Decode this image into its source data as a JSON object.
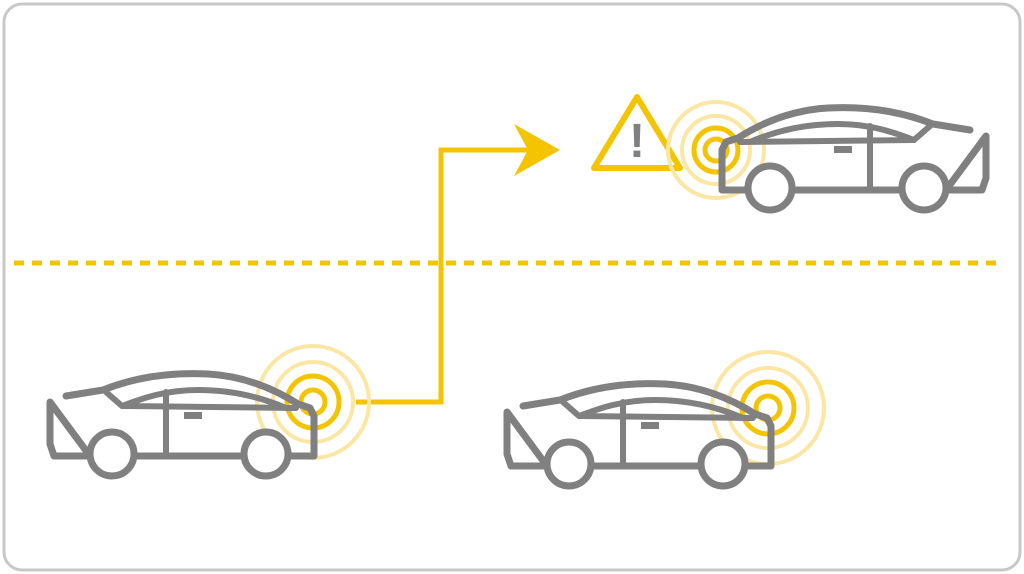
{
  "diagram": {
    "scenario": "lane-change-collision-warning",
    "colors": {
      "vehicle": "#808080",
      "accent": "#F5C400",
      "accent_light": "#FBE6A3",
      "frame": "#C8C8C8",
      "background": "#FFFFFF"
    },
    "icons": {
      "warning": "warning-triangle-icon",
      "sensor": "radar-sensor-icon",
      "path_arrow": "lane-change-arrow"
    },
    "vehicles": [
      {
        "id": "ego",
        "lane": "bottom",
        "direction": "right",
        "sensor": true
      },
      {
        "id": "ahead-same-lane",
        "lane": "bottom",
        "direction": "right",
        "sensor": true
      },
      {
        "id": "oncoming",
        "lane": "top",
        "direction": "left",
        "sensor": true
      }
    ],
    "warning_symbol": "!"
  }
}
